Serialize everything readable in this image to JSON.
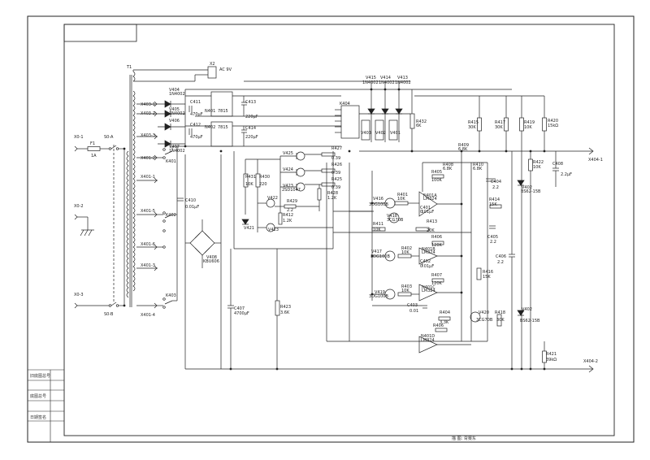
{
  "title_block": {
    "rows": [
      "旧底图总号",
      "底图总号",
      "日期签名"
    ],
    "footer": "描  图:  胥赛东"
  },
  "components": {
    "T1": "T1",
    "X2": "X2",
    "AC9V": "AC 9V",
    "F1": "F1",
    "F1_val": "1A",
    "S0A": "S0-A",
    "S0B": "S0-B",
    "X01": "X0-1",
    "X02": "X0-2",
    "X03": "X0-3",
    "X4011": "X401-1",
    "X4012": "X401-2",
    "X4013": "X401-3",
    "X4014": "X401-4",
    "X4015": "X401-5",
    "X4016": "X401-6",
    "X4031": "X403-1",
    "X4032": "X403-2",
    "X4033": "X403-3",
    "X4041": "X404-1",
    "X4042": "X404-2",
    "K401": "K401",
    "K402": "K402",
    "K403": "K403",
    "V404": "V404",
    "V405": "V405",
    "V406": "V406",
    "V407": "V407",
    "V408": "V408",
    "IN4002": "1N4002",
    "KBU": "KBU606",
    "N401": "N401",
    "N402": "N402",
    "N403": "N403",
    "T815": "7815",
    "C411": "C411",
    "C412": "C412",
    "C413": "C413",
    "C414": "C414",
    "C410": "C410",
    "C410v": "0.01μF",
    "C407": "C407",
    "C407v": "4700μF",
    "c470": "470μF",
    "c220": "220μF",
    "V413": "V413",
    "V414": "V414",
    "V415": "V415",
    "K404": "K404",
    "R432": "R432",
    "R432v": "6K",
    "R415": "R415",
    "R415v": "30K",
    "R417": "R417",
    "R417v": "30K",
    "R419": "R419",
    "R419v": "10K",
    "R420": "R420",
    "R420v": "15kΩ",
    "R409": "R409",
    "R409v": "6.8K",
    "R408": "R408",
    "R408v": "6.8K",
    "R410": "R410",
    "R410v": "6.8K",
    "R405": "R405",
    "R405v": "100K",
    "R401": "R401",
    "R401v": "10K",
    "R411": "R411",
    "R411v": "10K",
    "R413": "R413",
    "R413v": "20K",
    "R402": "R402",
    "R402v": "10K",
    "R403": "R403",
    "R403v": "10K",
    "R404": "R404",
    "R404v": "3.3K",
    "R406": "R406",
    "R406v": "120K",
    "R407": "R407",
    "R407v": "120K",
    "R414": "R414",
    "R414v": "15K",
    "R416": "R416",
    "R416v": "15K",
    "R418": "R418",
    "R418v": "30K",
    "R421": "R421",
    "R421v": "39kΩ",
    "R422": "R422",
    "R422v": "10K",
    "R423": "R423",
    "R423v": "3.6K",
    "R424": "R424",
    "R424v": "0.39",
    "R425": "R425",
    "R425v": "0.39",
    "R426": "R426",
    "R426v": "0.39",
    "R427": "R427",
    "R427v": "0.39",
    "R428": "R428",
    "R428v": "1.2K",
    "R429": "R429",
    "R429v": "2.2",
    "R430": "R430",
    "R430v": "220",
    "R431": "R431",
    "R431v": "10K",
    "R412": "R412",
    "R412v": "1.2K",
    "V416": "V416",
    "V417": "V417",
    "V418": "V418",
    "V419": "V419",
    "V420": "V420",
    "V421": "V421",
    "V422": "V422",
    "V423": "V423",
    "V424": "V424",
    "V425": "V425",
    "V401": "V401",
    "V402": "V402",
    "V403": "V403",
    "g3DG100B": "3DG100B",
    "g3CG70B": "3CG70B",
    "gBS62": "BS62-15B",
    "g2SD1047": "2SD1047",
    "N401A": "N401A",
    "N401B": "N401B",
    "N401C": "N401C",
    "N401D": "N401D",
    "LM324": "LM324",
    "C401": "C401",
    "C402": "C402",
    "C403": "C403",
    "C404": "C404",
    "C405": "C405",
    "C406": "C406",
    "C408": "C408",
    "cv001": "0.01μF",
    "cv22": "2.2",
    "cv22u": "2.2μF",
    "cv001b": "0.01"
  }
}
